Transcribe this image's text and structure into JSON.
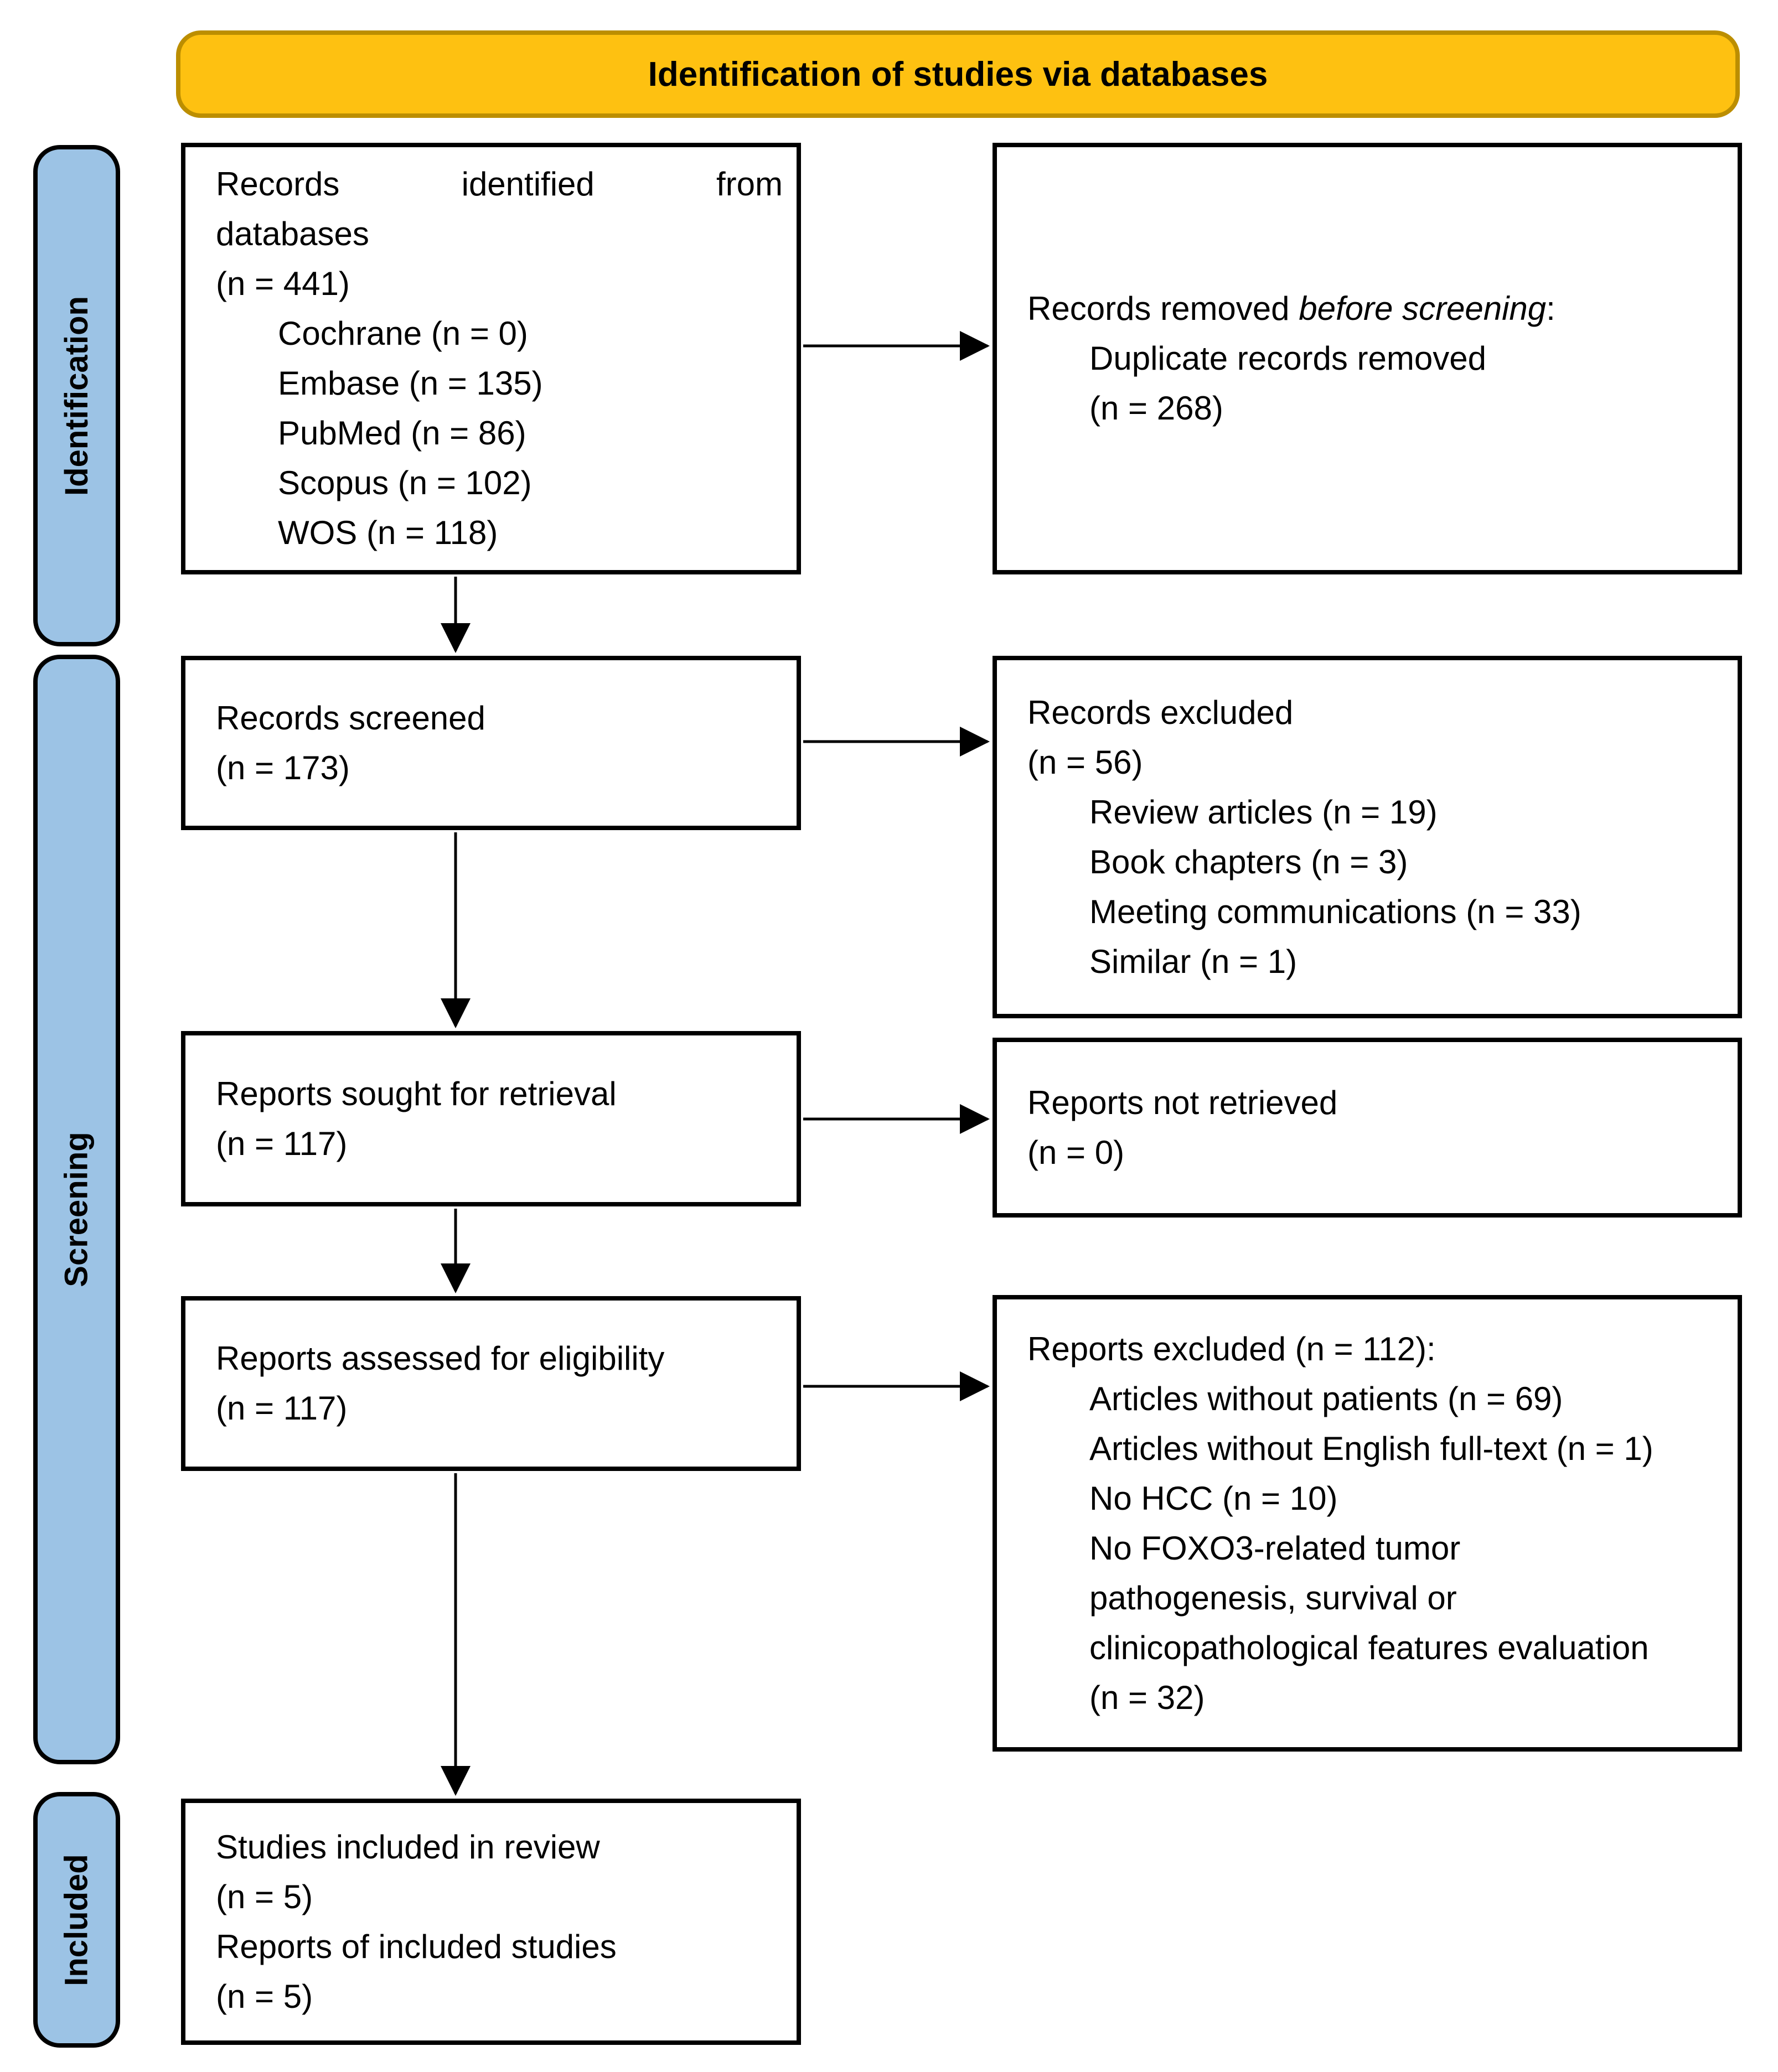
{
  "banner": {
    "title": "Identification of studies via databases"
  },
  "side_labels": [
    {
      "id": "identification",
      "label": "Identification"
    },
    {
      "id": "screening",
      "label": "Screening"
    },
    {
      "id": "included",
      "label": "Included"
    }
  ],
  "boxes": [
    {
      "id": "records-identified",
      "lines": [
        {
          "text": "Records identified from",
          "justify": true
        },
        {
          "text": "databases"
        },
        {
          "text": "(n = 441)"
        },
        {
          "text": "Cochrane (n = 0)",
          "indent": 1
        },
        {
          "text": "Embase (n = 135)",
          "indent": 1
        },
        {
          "text": "PubMed (n = 86)",
          "indent": 1
        },
        {
          "text": "Scopus (n = 102)",
          "indent": 1
        },
        {
          "text": "WOS (n = 118)",
          "indent": 1
        }
      ]
    },
    {
      "id": "records-removed",
      "lines": [
        {
          "parts": [
            {
              "text": "Records removed ",
              "italic": false
            },
            {
              "text": "before screening",
              "italic": true
            },
            {
              "text": ":",
              "italic": false
            }
          ]
        },
        {
          "text": "Duplicate records removed",
          "indent": 1
        },
        {
          "text": "(n = 268)",
          "indent": 1
        }
      ]
    },
    {
      "id": "records-screened",
      "lines": [
        {
          "text": "Records screened"
        },
        {
          "text": "(n = 173)"
        }
      ]
    },
    {
      "id": "records-excluded",
      "lines": [
        {
          "text": "Records excluded"
        },
        {
          "text": "(n = 56)"
        },
        {
          "text": "Review articles (n = 19)",
          "indent": 1
        },
        {
          "text": "Book chapters (n = 3)",
          "indent": 1
        },
        {
          "text": "Meeting communications (n = 33)",
          "indent": 1
        },
        {
          "text": "Similar (n = 1)",
          "indent": 1
        }
      ]
    },
    {
      "id": "reports-sought",
      "lines": [
        {
          "text": "Reports sought for retrieval"
        },
        {
          "text": "(n = 117)"
        }
      ]
    },
    {
      "id": "reports-not-retrieved",
      "lines": [
        {
          "text": "Reports not retrieved"
        },
        {
          "text": "(n = 0)"
        }
      ]
    },
    {
      "id": "reports-assessed",
      "lines": [
        {
          "text": "Reports assessed for eligibility"
        },
        {
          "text": "(n = 117)"
        }
      ]
    },
    {
      "id": "reports-excluded",
      "lines": [
        {
          "text": "Reports excluded (n = 112):"
        },
        {
          "text": "Articles without patients (n = 69)",
          "indent": 1
        },
        {
          "text": "Articles without English full-text (n = 1)",
          "indent": 1
        },
        {
          "text": "No HCC (n = 10)",
          "indent": 1
        },
        {
          "text": "No FOXO3-related tumor",
          "indent": 1
        },
        {
          "text": "pathogenesis, survival or",
          "indent": 1
        },
        {
          "text": "clinicopathological features evaluation",
          "indent": 1
        },
        {
          "text": "(n = 32)",
          "indent": 1
        }
      ]
    },
    {
      "id": "studies-included",
      "lines": [
        {
          "text": "Studies included in review"
        },
        {
          "text": "(n = 5)"
        },
        {
          "text": "Reports of included studies"
        },
        {
          "text": "(n = 5)"
        }
      ]
    }
  ],
  "colors": {
    "banner_fill": "#FEC111",
    "banner_border": "#BC8E00",
    "phase_label_fill": "#9CC3E5",
    "box_border": "#000000",
    "text": "#000000",
    "background": "#FFFFFF"
  }
}
